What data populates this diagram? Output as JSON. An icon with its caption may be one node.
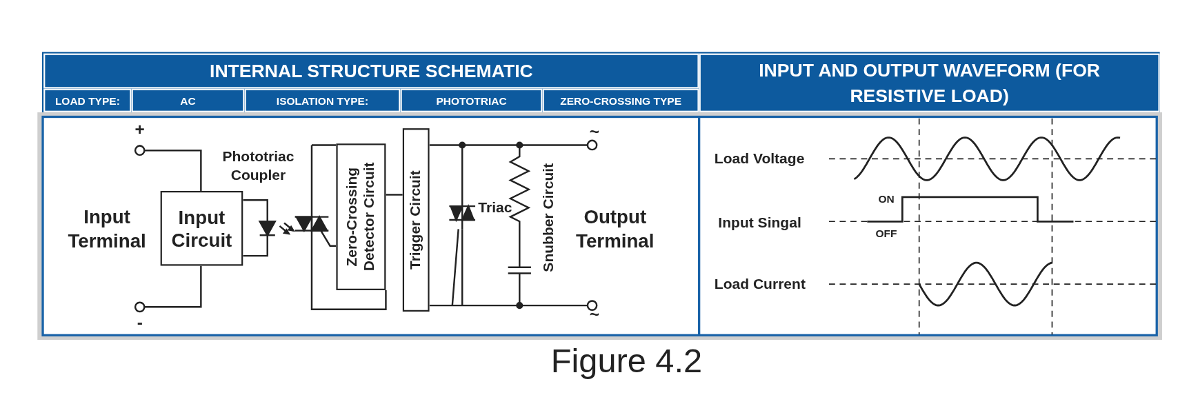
{
  "diagram": {
    "caption": "Figure 4.2",
    "nodes": [
      {
        "text": [
          "Input Circuit"
        ]
      },
      {
        "text": [
          "Zero-Crossing Detector Circuit"
        ]
      },
      {
        "text": [
          "Trigger Circuit"
        ]
      }
    ],
    "edges": [
      {
        "from": 1,
        "to": 2,
        "arrow": "none"
      }
    ],
    "labels": [
      "INTERNAL STRUCTURE SCHEMATIC",
      "LOAD TYPE:",
      "AC",
      "ISOLATION TYPE:",
      "PHOTOTRIAC",
      "ZERO-CROSSING TYPE",
      "INPUT AND OUTPUT WAVEFORM (FOR RESISTIVE LOAD)",
      "+",
      "Phototriac Coupler",
      "Input Terminal",
      "Triac",
      "Snubber Circuit",
      "Output Terminal",
      "-",
      "~",
      "~",
      "Load Voltage",
      "ON",
      "Input Singal",
      "OFF",
      "Load Current"
    ]
  }
}
